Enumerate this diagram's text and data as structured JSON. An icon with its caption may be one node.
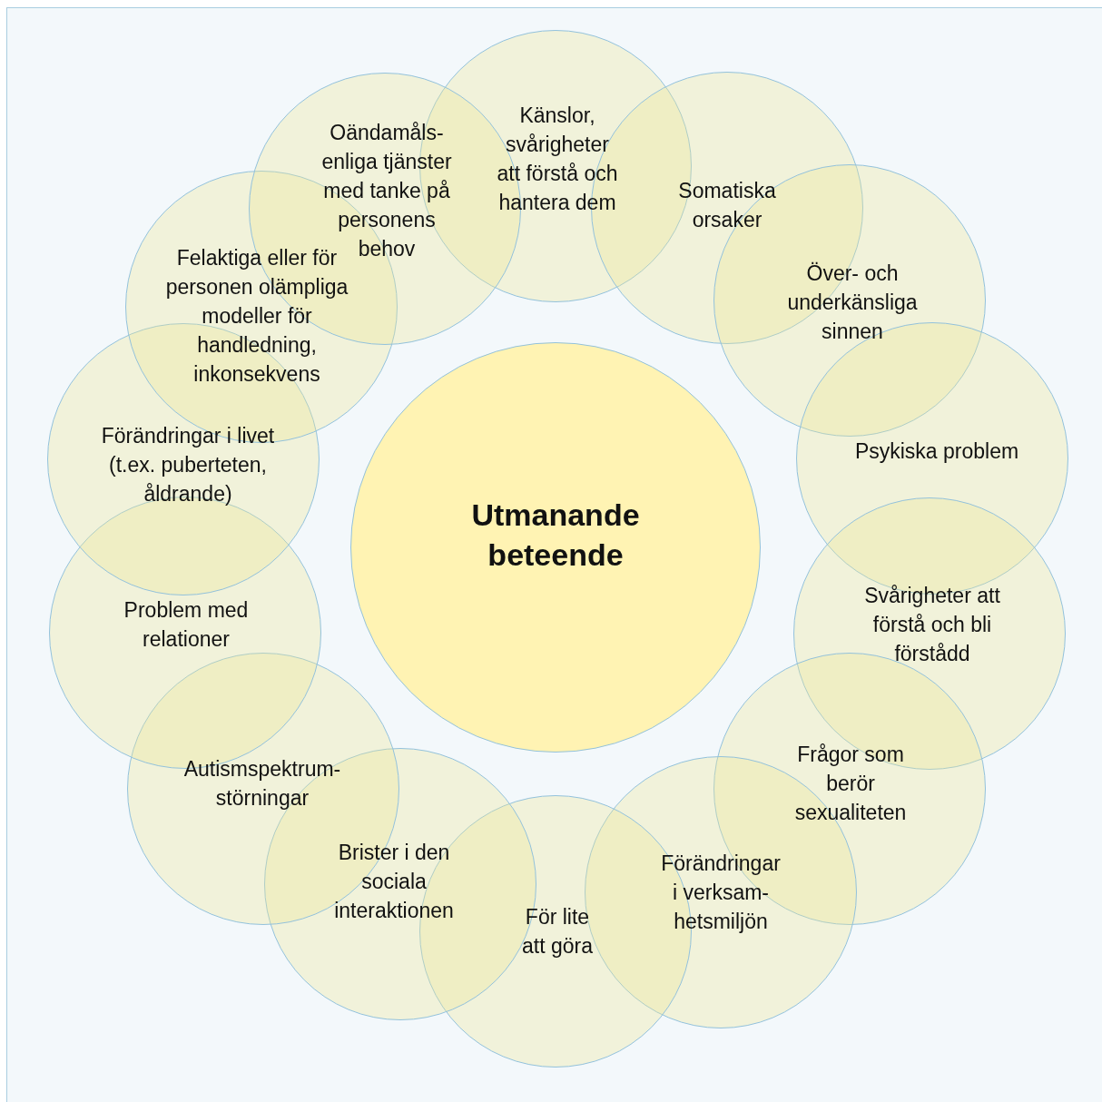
{
  "diagram": {
    "nodes": [
      {
        "text": [
          "Utmanande beteende"
        ]
      },
      {
        "text": [
          "Känslor, svårigheter att förstå och hantera dem"
        ]
      },
      {
        "text": [
          "Somatiska orsaker"
        ]
      },
      {
        "text": [
          "Över- och underkänsliga sinnen"
        ]
      },
      {
        "text": [
          "Psykiska problem"
        ]
      },
      {
        "text": [
          "Svårigheter att förstå och bli förstådd"
        ]
      },
      {
        "text": [
          "Frågor som berör sexualiteten"
        ]
      },
      {
        "text": [
          "Förändringar i verksam- hetsmiljön"
        ]
      },
      {
        "text": [
          "För lite att göra"
        ]
      },
      {
        "text": [
          "Brister i den sociala interaktionen"
        ]
      },
      {
        "text": [
          "Autismspektrum- störningar"
        ]
      },
      {
        "text": [
          "Problem med relationer"
        ]
      },
      {
        "text": [
          "Förändringar i livet (t.ex. puberteten, åldrande)"
        ]
      },
      {
        "text": [
          "Felaktiga eller för personen olämpliga modeller för handledning, inkonsekvens"
        ]
      },
      {
        "text": [
          "Oändamåls- enliga tjänster med tanke på personens behov"
        ]
      }
    ]
  }
}
